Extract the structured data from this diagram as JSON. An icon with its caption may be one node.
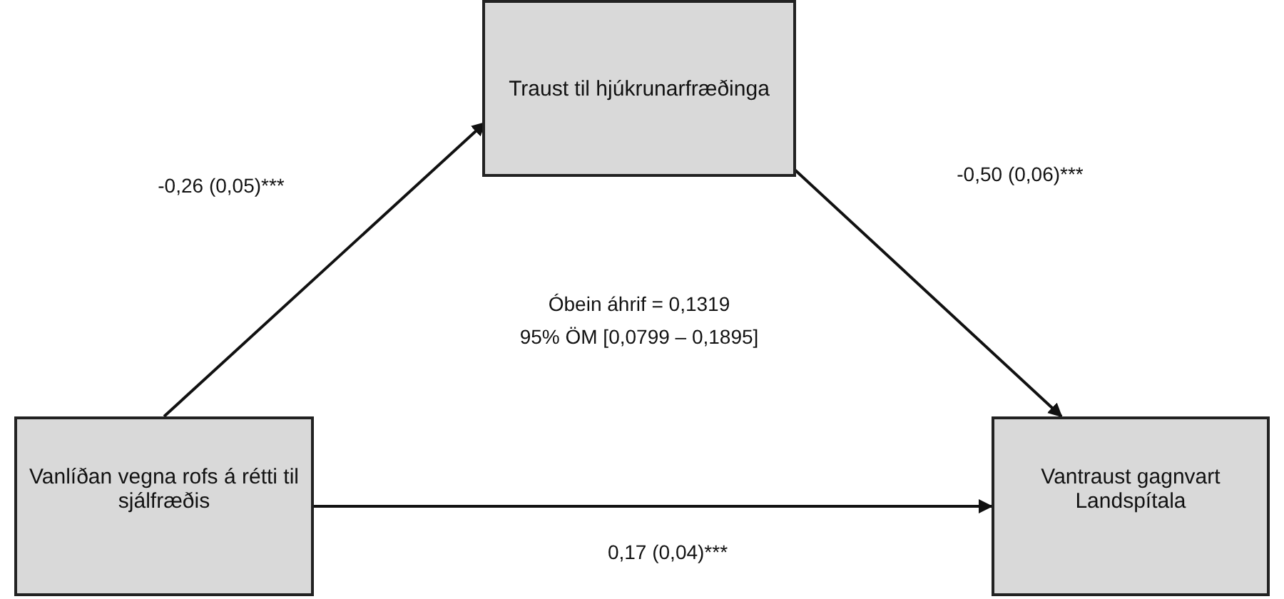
{
  "diagram": {
    "nodes": [
      {
        "text": [
          "Traust til hjúkrunarfræðinga"
        ]
      },
      {
        "text": [
          "Vanlíðan vegna rofs á rétti til sjálfræðis"
        ]
      },
      {
        "text": [
          "Vantraust gagnvart Landspítala"
        ]
      }
    ],
    "edges": [
      {
        "from": 1,
        "to": 0,
        "arrow": "to",
        "label": "-0,26 (0,05)***"
      },
      {
        "from": 0,
        "to": 2,
        "arrow": "to",
        "label": "-0,50 (0,06)***"
      },
      {
        "from": 1,
        "to": 2,
        "arrow": "to",
        "label": "0,17 (0,04)***"
      }
    ],
    "labels": [
      "Óbein áhrif = 0,1319",
      "95% ÖM [0,0799 – 0,1895]"
    ]
  }
}
